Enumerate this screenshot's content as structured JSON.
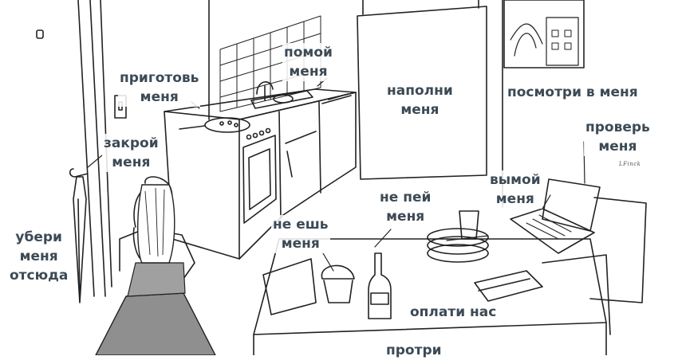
{
  "colors": {
    "ink": "#222222",
    "label": "#3c4a55",
    "skirt": "#8f8f8f",
    "paper": "#ffffff"
  },
  "labels": {
    "cook": "приготовь\nменя",
    "wash_dishes": "помой\nменя",
    "fill": "наполни\nменя",
    "look": "посмотри в меня",
    "check": "проверь\nменя",
    "close": "закрой\nменя",
    "wash": "вымой\nменя",
    "dont_drink": "не пей\nменя",
    "dont_eat": "не ешь\nменя",
    "remove": "убери\nменя\nотсюда",
    "pay": "оплати нас",
    "wipe": "протри"
  },
  "signature": "LFinck"
}
